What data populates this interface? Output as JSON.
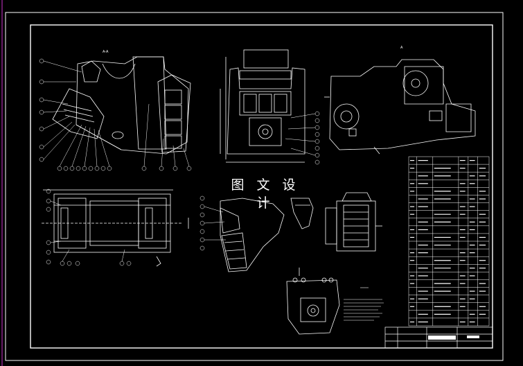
{
  "watermark": {
    "text": "图 文 设 计"
  },
  "colors": {
    "background": "#000000",
    "line": "#ffffff",
    "border_accent": "#cc33cc"
  },
  "views": [
    {
      "id": "front-section-view",
      "label": "A-A"
    },
    {
      "id": "end-view",
      "label": ""
    },
    {
      "id": "side-view",
      "label": "A"
    },
    {
      "id": "plan-view",
      "label": ""
    },
    {
      "id": "detail-view-1",
      "label": ""
    },
    {
      "id": "detail-view-2",
      "label": ""
    },
    {
      "id": "detail-view-3",
      "label": ""
    },
    {
      "id": "detail-view-bottom",
      "label": ""
    }
  ],
  "parts_list": {
    "rows": 22,
    "cols": 6
  },
  "title_block": {
    "visible": true
  }
}
